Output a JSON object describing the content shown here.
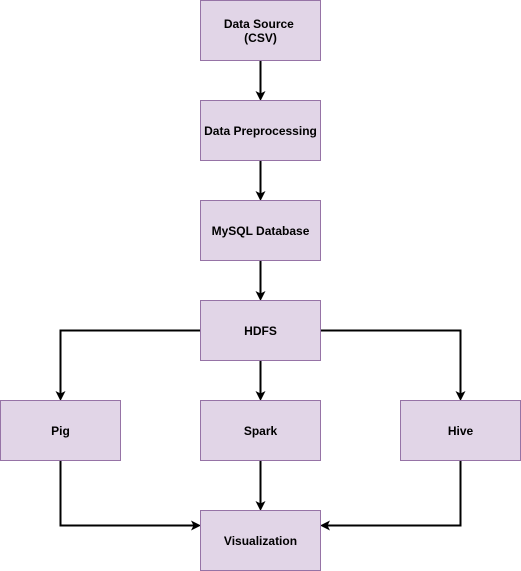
{
  "diagram": {
    "colors": {
      "node_fill": "#e1d5e7",
      "node_stroke": "#9673a6",
      "edge": "#000000"
    },
    "nodes": {
      "data_source": {
        "lines": [
          "Data Source",
          "(CSV)"
        ]
      },
      "preprocessing": {
        "lines": [
          "Data Preprocessing"
        ]
      },
      "mysql": {
        "lines": [
          "MySQL Database"
        ]
      },
      "hdfs": {
        "lines": [
          "HDFS"
        ]
      },
      "pig": {
        "lines": [
          "Pig"
        ]
      },
      "spark": {
        "lines": [
          "Spark"
        ]
      },
      "hive": {
        "lines": [
          "Hive"
        ]
      },
      "visualization": {
        "lines": [
          "Visualization"
        ]
      }
    },
    "edges": [
      {
        "from": "Data Source (CSV)",
        "to": "Data Preprocessing"
      },
      {
        "from": "Data Preprocessing",
        "to": "MySQL Database"
      },
      {
        "from": "MySQL Database",
        "to": "HDFS"
      },
      {
        "from": "HDFS",
        "to": "Pig"
      },
      {
        "from": "HDFS",
        "to": "Spark"
      },
      {
        "from": "HDFS",
        "to": "Hive"
      },
      {
        "from": "Pig",
        "to": "Visualization"
      },
      {
        "from": "Spark",
        "to": "Visualization"
      },
      {
        "from": "Hive",
        "to": "Visualization"
      }
    ]
  }
}
